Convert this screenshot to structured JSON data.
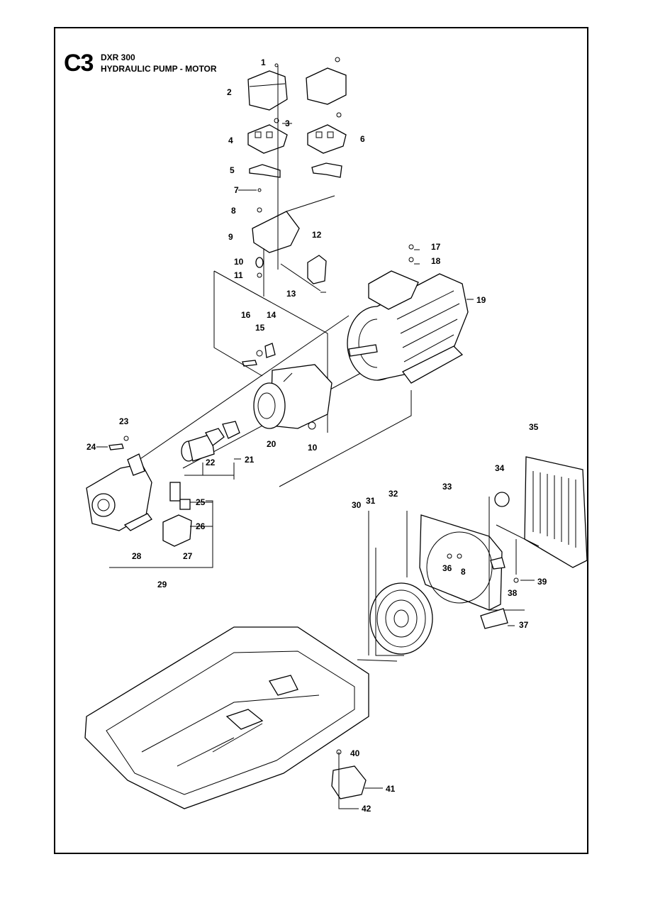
{
  "header": {
    "section_code": "C3",
    "model": "DXR 300",
    "title": "HYDRAULIC PUMP - MOTOR"
  },
  "callouts": [
    "1",
    "2",
    "3",
    "4",
    "5",
    "6",
    "7",
    "8",
    "9",
    "10",
    "11",
    "12",
    "13",
    "14",
    "15",
    "16",
    "17",
    "18",
    "19",
    "20",
    "10",
    "21",
    "22",
    "23",
    "24",
    "25",
    "26",
    "27",
    "28",
    "29",
    "30",
    "31",
    "32",
    "33",
    "34",
    "35",
    "36",
    "8",
    "37",
    "38",
    "39",
    "40",
    "41",
    "42"
  ]
}
